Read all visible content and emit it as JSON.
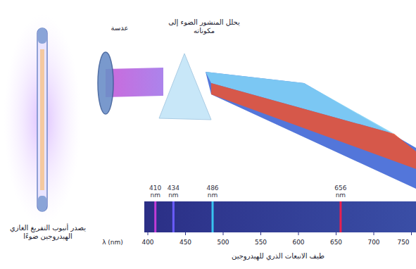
{
  "diagram": {
    "caption": "طيف الانبعاث الذري للهيدروجين",
    "labels": [
      "عدسة",
      "يحلل المنشور الضوء إلى مكوناته",
      "يصدر أنبوب التفريغ الغازي الهيدروجين ضوءًا",
      "410 nm",
      "434 nm",
      "486 nm",
      "656 nm",
      "λ (nm)",
      "400",
      "450",
      "500",
      "550",
      "600",
      "650",
      "700",
      "750"
    ]
  }
}
